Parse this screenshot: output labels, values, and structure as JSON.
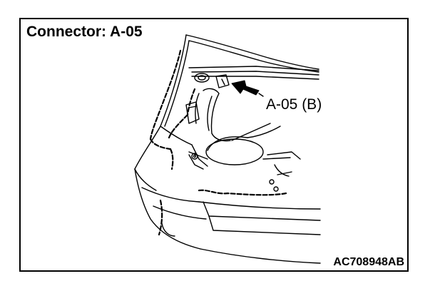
{
  "diagram": {
    "title": "Connector: A-05",
    "callout_label": "A-05 (B)",
    "figure_code": "AC708948AB",
    "colors": {
      "line": "#000000",
      "background": "#ffffff"
    }
  }
}
